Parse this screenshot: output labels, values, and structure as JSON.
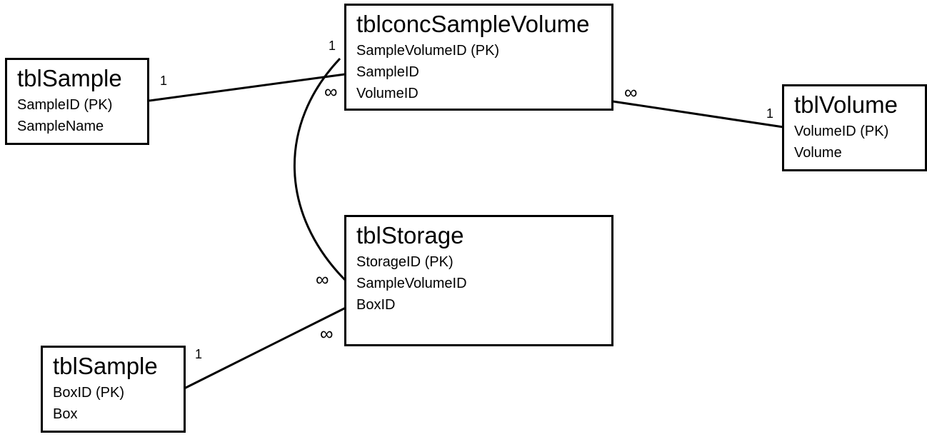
{
  "entities": {
    "sample": {
      "title": "tblSample",
      "fields": [
        "SampleID (PK)",
        "SampleName"
      ]
    },
    "conc_sample_volume": {
      "title": "tblconcSampleVolume",
      "fields": [
        "SampleVolumeID (PK)",
        "SampleID",
        "VolumeID"
      ]
    },
    "volume": {
      "title": "tblVolume",
      "fields": [
        "VolumeID (PK)",
        "Volume"
      ]
    },
    "storage": {
      "title": "tblStorage",
      "fields": [
        "StorageID (PK)",
        "SampleVolumeID",
        "BoxID"
      ]
    },
    "box": {
      "title": "tblSample",
      "fields": [
        "BoxID (PK)",
        "Box"
      ]
    }
  },
  "relationships": {
    "sample_to_conc": {
      "from_cardinality": "1",
      "to_cardinality": "∞"
    },
    "conc_to_volume": {
      "from_cardinality": "∞",
      "to_cardinality": "1"
    },
    "conc_to_storage": {
      "from_cardinality": "1",
      "to_cardinality": "∞"
    },
    "box_to_storage": {
      "from_cardinality": "1",
      "to_cardinality": "∞"
    }
  }
}
